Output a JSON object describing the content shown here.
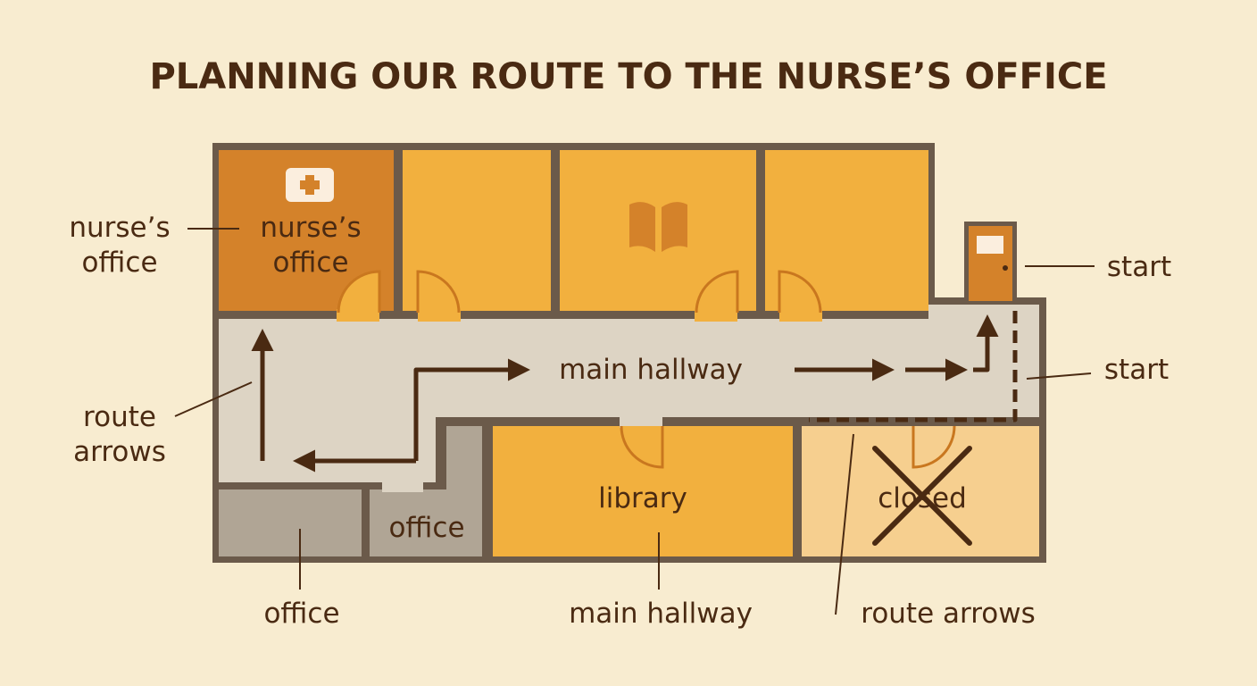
{
  "title": "PLANNING OUR ROUTE TO THE NURSE’S OFFICE",
  "colors": {
    "background": "#f8ecd0",
    "wall": "#6b5a4a",
    "nurse_room": "#d4822a",
    "room": "#f2b03e",
    "hallway": "#ddd4c4",
    "office_room": "#b0a595",
    "closed_room": "#f6cf8f",
    "ink": "#4a2a12",
    "door": "#d4822a"
  },
  "icons": {
    "nurse_sign": "first-aid-cross-icon",
    "book": "open-book-icon",
    "start_door": "door-icon",
    "closed_mark": "x-cross-icon"
  },
  "rooms": {
    "nurse": "nurse’s\noffice",
    "office": "office",
    "library": "library",
    "hallway": "main hallway",
    "closed": "closed"
  },
  "callouts": {
    "nurse_office": "nurse’s\noffice",
    "route_arrows_left": "route\narrows",
    "office": "office",
    "main_hallway": "main hallway",
    "route_arrows_bottom": "route arrows",
    "start_door": "start",
    "start_hall": "start"
  }
}
